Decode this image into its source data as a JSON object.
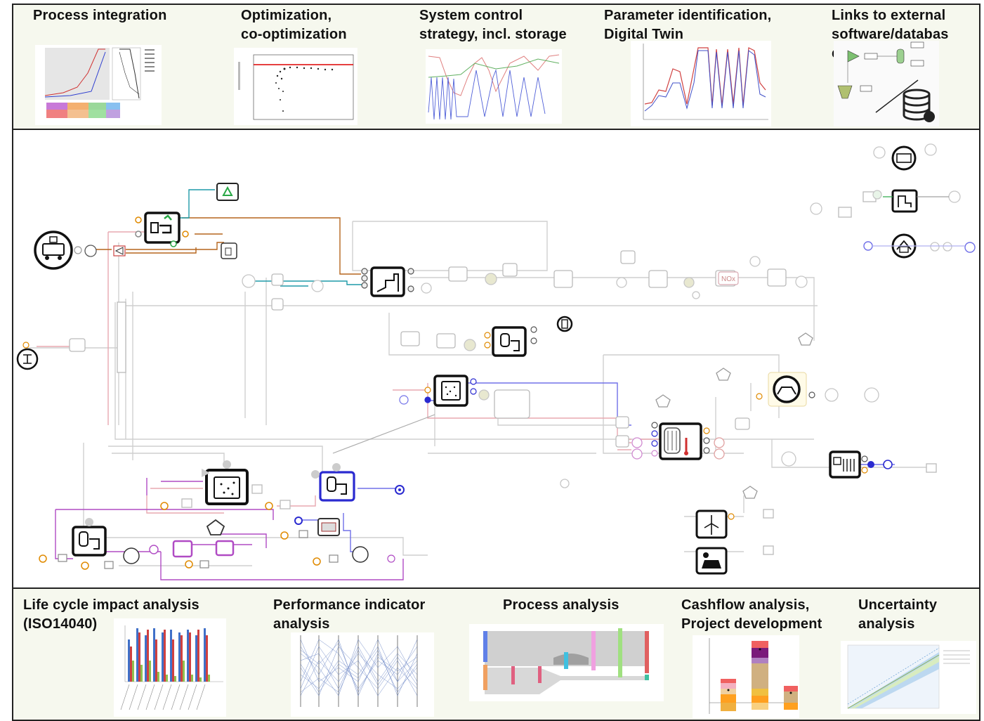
{
  "top_panels": [
    {
      "label": "Process integration"
    },
    {
      "label": "Optimization,\nco-optimization"
    },
    {
      "label": "System control\nstrategy, incl. storage"
    },
    {
      "label": "Parameter identification,\nDigital Twin"
    },
    {
      "label": "Links to external\nsoftware/databas\ne"
    }
  ],
  "bottom_panels": [
    {
      "label": "Life cycle impact analysis\n(ISO14040)"
    },
    {
      "label": "Performance indicator\nanalysis"
    },
    {
      "label": "Process analysis"
    },
    {
      "label": "Cashflow analysis,\nProject development"
    },
    {
      "label": "Uncertainty\nanalysis"
    }
  ],
  "canvas_text": {
    "nox_label": "NOx"
  },
  "colors": {
    "frame": "#222222",
    "band_background": "#f6f8ee",
    "pipe_brown": "#b5651d",
    "pipe_teal": "#1e9aa8",
    "pipe_purple": "#b04bc4",
    "pipe_blue": "#2a2ad0",
    "pipe_gray": "#cfcfcf",
    "pipe_pink": "#e8a0a8",
    "recycle_green": "#28a745",
    "port_orange": "#e08a00"
  }
}
